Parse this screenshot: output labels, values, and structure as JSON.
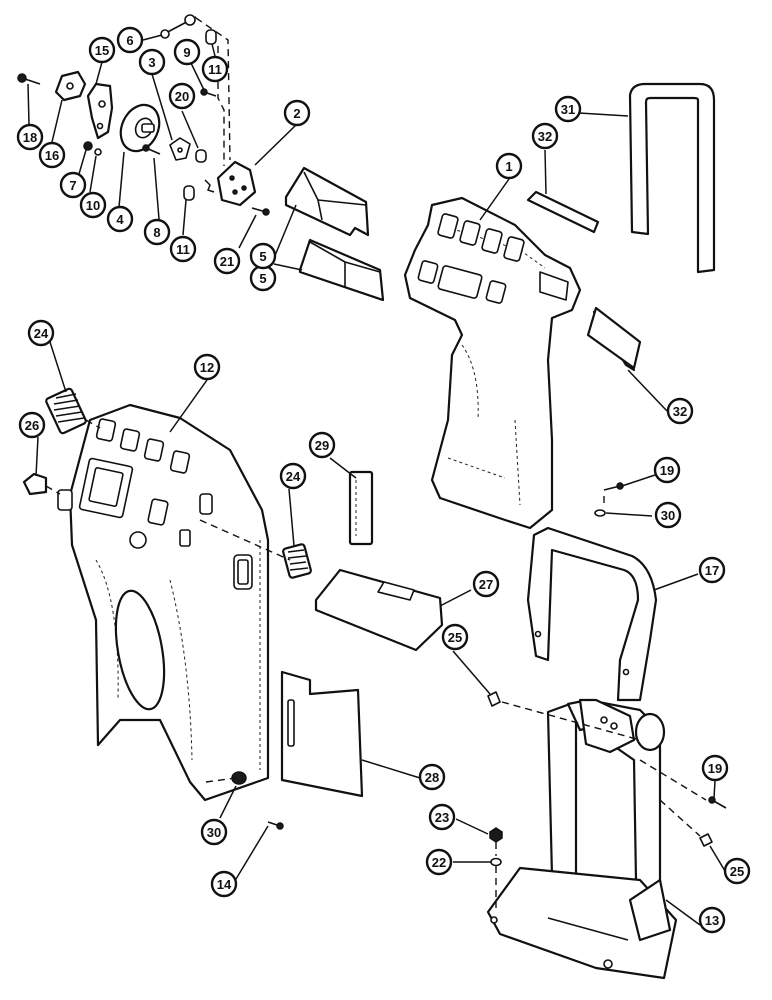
{
  "callouts": [
    "6",
    "11",
    "15",
    "3",
    "9",
    "2",
    "18",
    "16",
    "20",
    "7",
    "10",
    "4",
    "8",
    "21",
    "11",
    "5",
    "5",
    "31",
    "32",
    "1",
    "32",
    "24",
    "12",
    "26",
    "29",
    "24",
    "19",
    "30",
    "17",
    "27",
    "25",
    "28",
    "19",
    "23",
    "22",
    "25",
    "30",
    "14",
    "13"
  ]
}
